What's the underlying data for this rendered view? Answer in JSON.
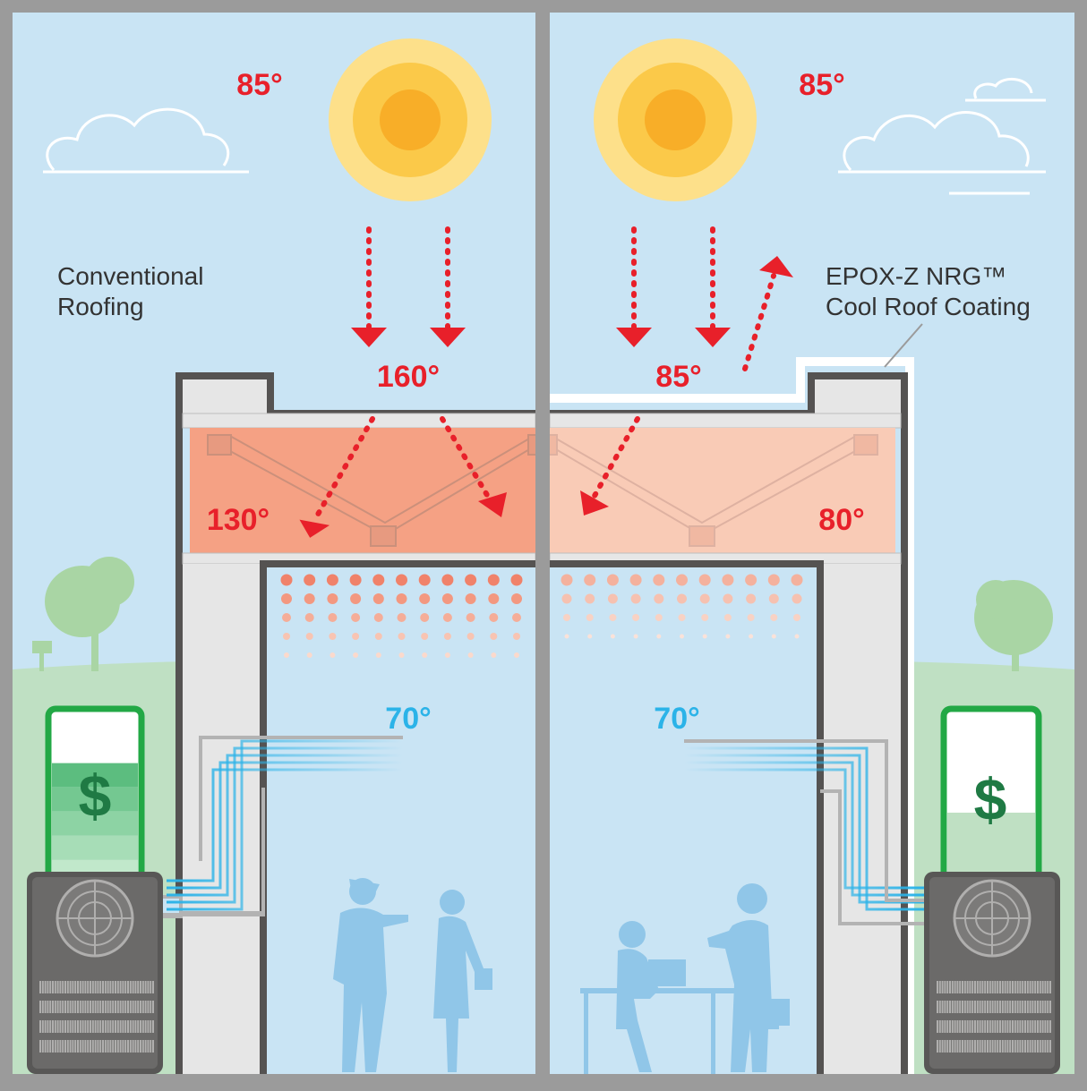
{
  "left_panel": {
    "title_line1": "Conventional",
    "title_line2": "Roofing",
    "outdoor_temp": "85°",
    "roof_surface_temp": "160°",
    "attic_temp": "130°",
    "indoor_temp": "70°",
    "cost_symbol": "$",
    "cost_meter_fill": 0.72
  },
  "right_panel": {
    "title_line1": "EPOX-Z NRG™",
    "title_line2": "Cool Roof Coating",
    "outdoor_temp": "85°",
    "roof_surface_temp": "85°",
    "attic_temp": "80°",
    "indoor_temp": "70°",
    "cost_symbol": "$",
    "cost_meter_fill": 0.3
  },
  "colors": {
    "sky": "#c9e4f4",
    "ground": "#bfe0c3",
    "frame": "#9b9b9b",
    "heat_red": "#e8202a",
    "cool_blue": "#2bb3e8",
    "money_green": "#1f7a44",
    "attic_hot": "#f5a184",
    "attic_cool": "#f9cbb6",
    "sun_outer": "#fde08a",
    "sun_mid": "#fbc949",
    "sun_inner": "#f8ae28"
  },
  "icons": [
    "sun-icon",
    "cloud-icon",
    "tree-icon",
    "dollar-icon",
    "ac-fan-icon",
    "people-silhouette-icon"
  ]
}
